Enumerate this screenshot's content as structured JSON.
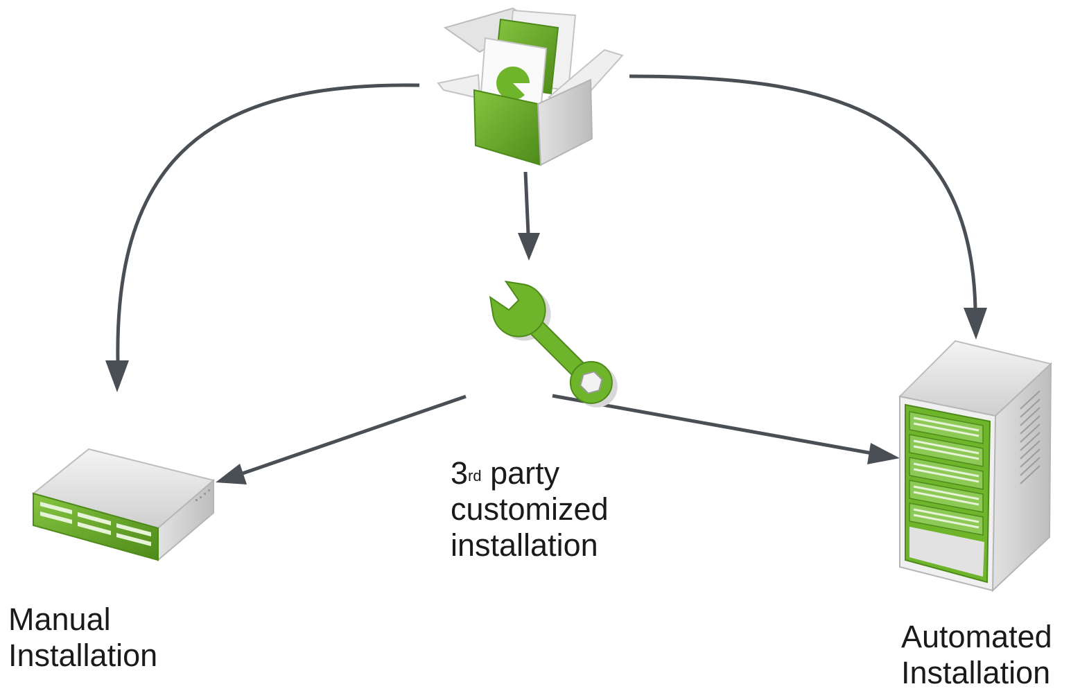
{
  "nodes": {
    "package": {
      "icon": "software-package-box-icon"
    },
    "third_party": {
      "icon": "wrench-icon",
      "label_number": "3",
      "label_suffix": "rd",
      "label_line1_rest": " party",
      "label_line2": "customized",
      "label_line3": "installation"
    },
    "manual": {
      "icon": "appliance-device-icon",
      "label_line1": "Manual",
      "label_line2": "Installation"
    },
    "automated": {
      "icon": "server-rack-icon",
      "label_line1": "Automated",
      "label_line2": "Installation"
    }
  },
  "colors": {
    "arrow": "#4a4f55",
    "green": "#6fb52c",
    "green_dark": "#4e8a1a",
    "gray_light": "#e9e9e9",
    "gray_mid": "#c8c8c8"
  }
}
